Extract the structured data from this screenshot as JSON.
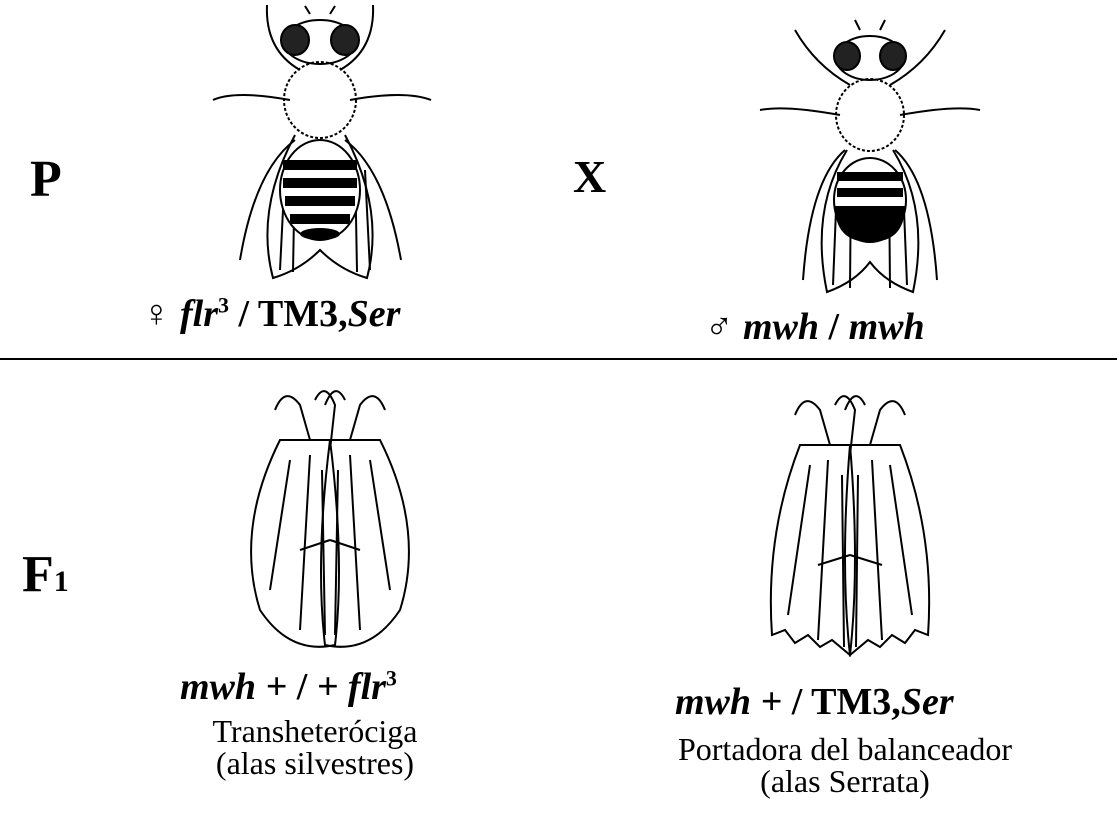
{
  "generations": {
    "parental": {
      "label": "P",
      "cross_symbol": "X"
    },
    "filial": {
      "label": "F",
      "subscript": "1"
    }
  },
  "parents": {
    "female": {
      "symbol": "♀",
      "allele": "flr",
      "superscript": "3",
      "separator": "/",
      "balancer": "TM3,",
      "balancer_marker": "Ser"
    },
    "male": {
      "symbol": "♂",
      "genotype_a": "mwh",
      "separator": "/",
      "genotype_b": "mwh"
    }
  },
  "offspring": {
    "left": {
      "genotype_prefix": "mwh +",
      "separator": "/",
      "genotype_suffix": "+ flr",
      "superscript": "3",
      "line1": "Transheteróciga",
      "line2": "(alas silvestres)"
    },
    "right": {
      "genotype_prefix": "mwh +",
      "separator": "/",
      "balancer": "TM3,",
      "balancer_marker": "Ser",
      "line1": "Portadora del balanceador",
      "line2": "(alas Serrata)"
    }
  }
}
